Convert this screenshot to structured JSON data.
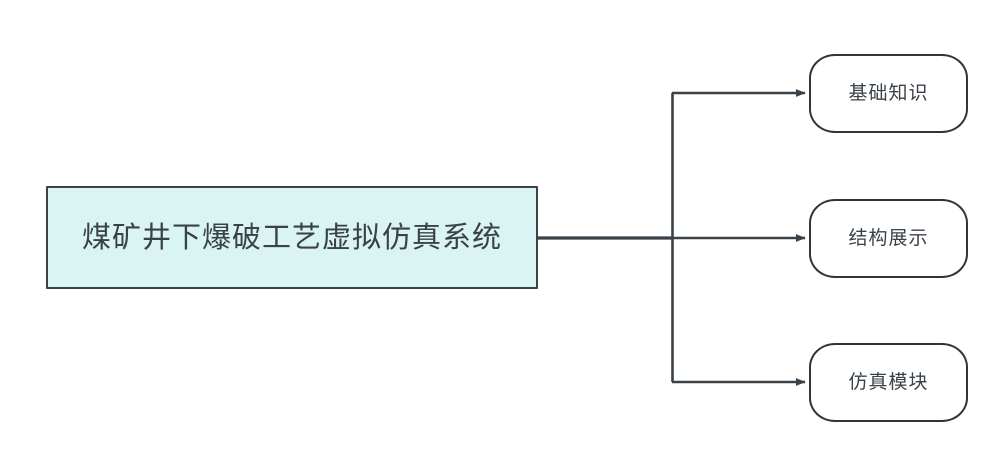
{
  "diagram": {
    "type": "flowchart",
    "orientation": "left-to-right",
    "background_color": "#ffffff",
    "root": {
      "id": "root",
      "label": "煤矿井下爆破工艺虚拟仿真系统",
      "shape": "rectangle",
      "fill_color": "#d9f4f2",
      "border_color": "#3a4248",
      "text_color": "#3a4248"
    },
    "branches": [
      {
        "id": "branch-basic-knowledge",
        "label": "基础知识",
        "shape": "rounded-rectangle",
        "fill_color": "#ffffff",
        "border_color": "#2f353c",
        "text_color": "#3a4248"
      },
      {
        "id": "branch-structure-display",
        "label": "结构展示",
        "shape": "rounded-rectangle",
        "fill_color": "#ffffff",
        "border_color": "#2f353c",
        "text_color": "#3a4248"
      },
      {
        "id": "branch-simulation-module",
        "label": "仿真模块",
        "shape": "rounded-rectangle",
        "fill_color": "#ffffff",
        "border_color": "#2f353c",
        "text_color": "#3a4248"
      }
    ],
    "connector": {
      "style": "orthogonal-trunk",
      "line_color": "#3a4248",
      "arrowhead": "solid-triangle",
      "arrow_count": 3
    }
  }
}
